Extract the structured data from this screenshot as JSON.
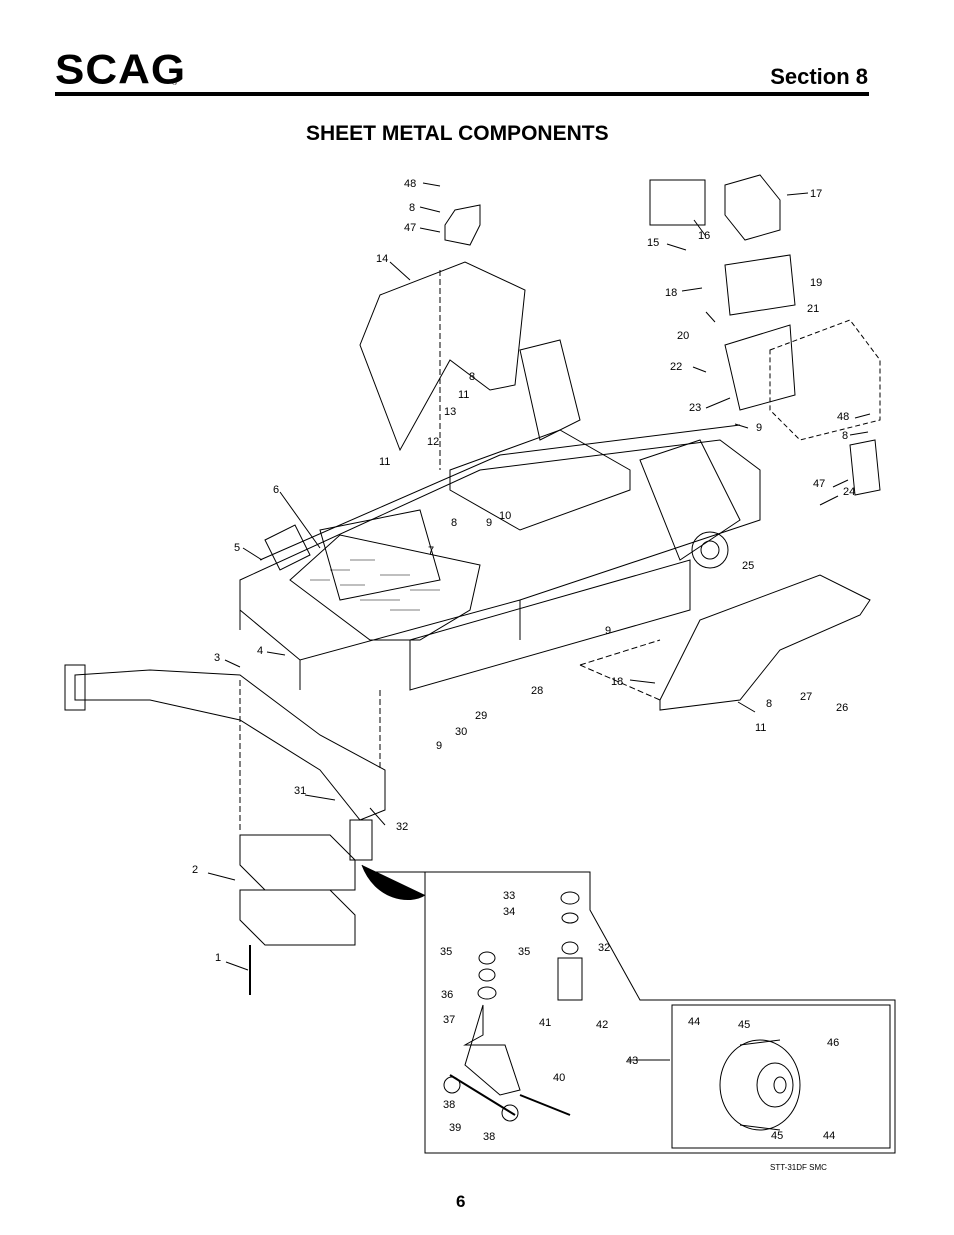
{
  "header": {
    "brand": "SCAG",
    "reg_mark": "®",
    "section": "Section 8"
  },
  "title": "SHEET METAL COMPONENTS",
  "diagram": {
    "callouts": [
      "48",
      "8",
      "47",
      "14",
      "8",
      "11",
      "13",
      "12",
      "11",
      "6",
      "8",
      "10",
      "9",
      "7",
      "5",
      "4",
      "3",
      "28",
      "29",
      "30",
      "9",
      "9",
      "31",
      "32",
      "2",
      "1",
      "17",
      "16",
      "15",
      "19",
      "18",
      "21",
      "20",
      "22",
      "23",
      "9",
      "48",
      "8",
      "47",
      "24",
      "25",
      "18",
      "8",
      "11",
      "27",
      "26",
      "33",
      "34",
      "35",
      "35",
      "32",
      "36",
      "37",
      "41",
      "42",
      "40",
      "38",
      "39",
      "38",
      "43",
      "44",
      "45",
      "46",
      "45",
      "44"
    ]
  },
  "footer": {
    "drawing_code": "STT-31DF SMC",
    "page_number": "6"
  }
}
